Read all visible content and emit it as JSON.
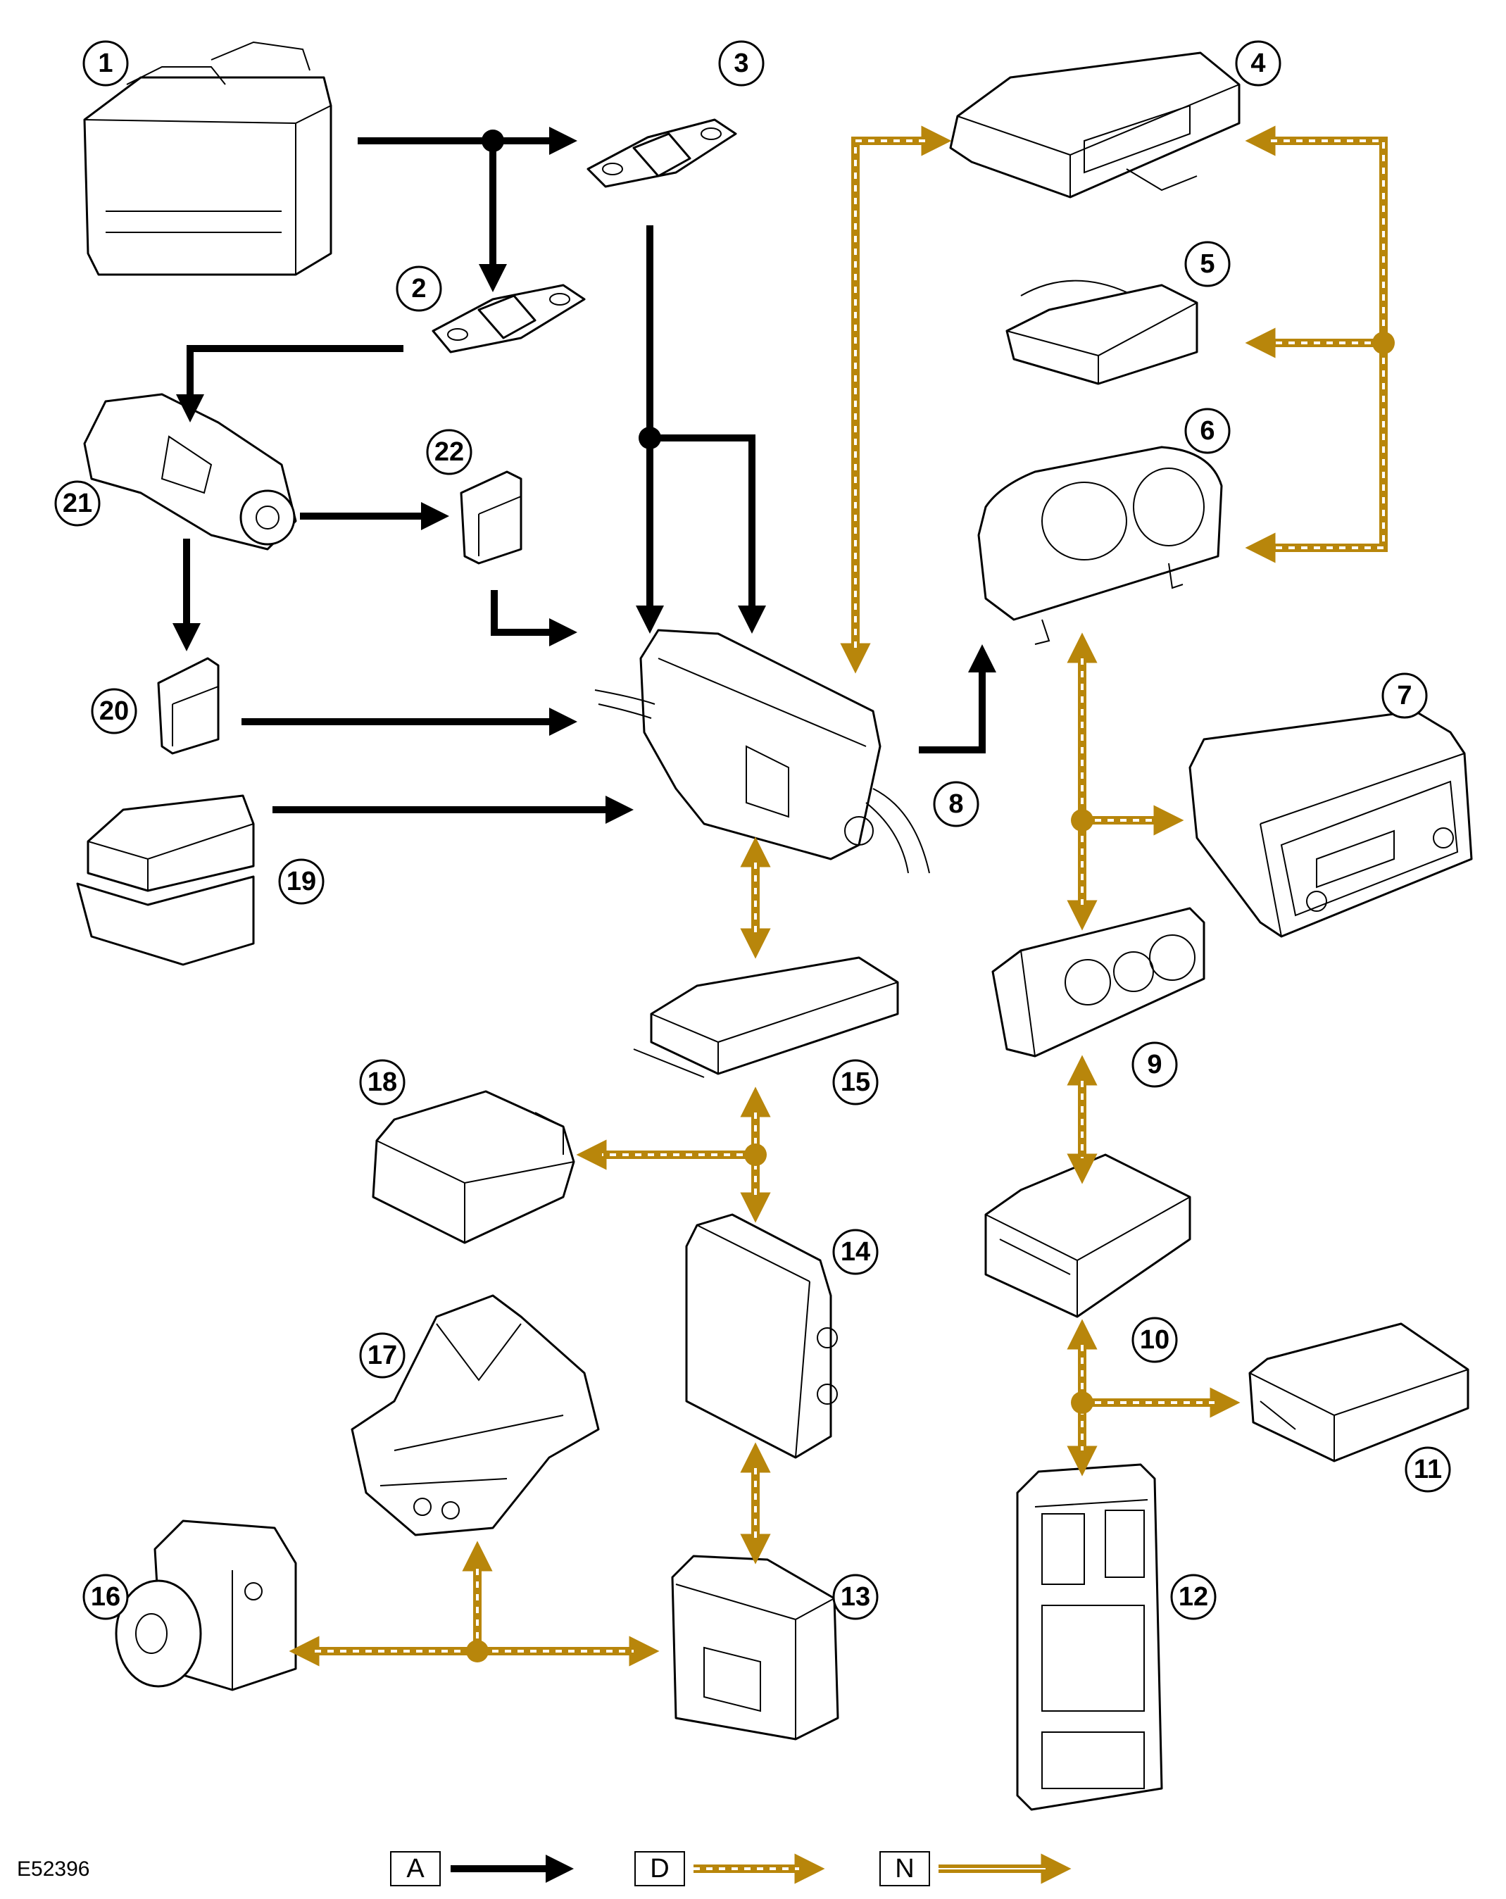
{
  "figure_id": "E52396",
  "callouts": [
    "1",
    "2",
    "3",
    "4",
    "5",
    "6",
    "7",
    "8",
    "9",
    "10",
    "11",
    "12",
    "13",
    "14",
    "15",
    "16",
    "17",
    "18",
    "19",
    "20",
    "21",
    "22"
  ],
  "legend": {
    "a": "A",
    "d": "D",
    "n": "N"
  },
  "colors": {
    "power_wire": "#000000",
    "bus_color": "#b8860b",
    "junction": "#000000"
  }
}
